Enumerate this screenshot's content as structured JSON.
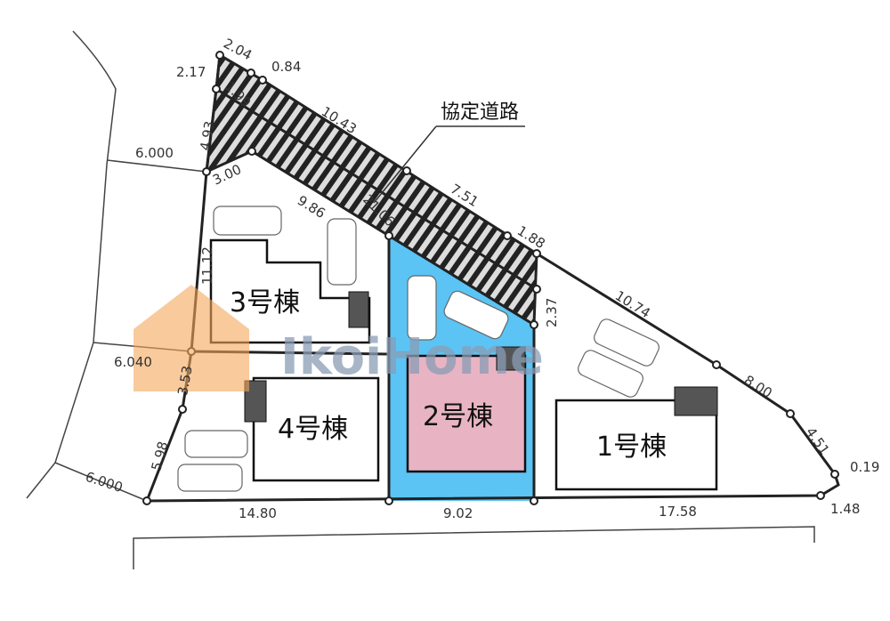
{
  "road_label": "協定道路",
  "watermark": "IkoiHome",
  "buildings": {
    "b1": "1号棟",
    "b2": "2号棟",
    "b3": "3号棟",
    "b4": "4号棟"
  },
  "dimensions": {
    "d204": "2.04",
    "d084": "0.84",
    "d217": "2.17",
    "d199": "1.99",
    "d1043": "10.43",
    "d493": "4.93",
    "d6000a": "6.000",
    "d300": "3.00",
    "d986": "9.86",
    "d2106": "21.06",
    "d751": "7.51",
    "d188": "1.88",
    "d1074": "10.74",
    "d1112": "11.12",
    "d237": "2.37",
    "d6040": "6.040",
    "d353": "3.53",
    "d800": "8.00",
    "d451": "4.51",
    "d019": "0.19",
    "d598": "5.98",
    "d6000b": "6.000",
    "d1480": "14.80",
    "d902": "9.02",
    "d1758": "17.58",
    "d148": "1.48"
  },
  "colors": {
    "lot2": "#5bc4f5",
    "building2": "#e8b4c4",
    "watermark": "#f2a65a",
    "watermark_text": "#8a9db5"
  }
}
